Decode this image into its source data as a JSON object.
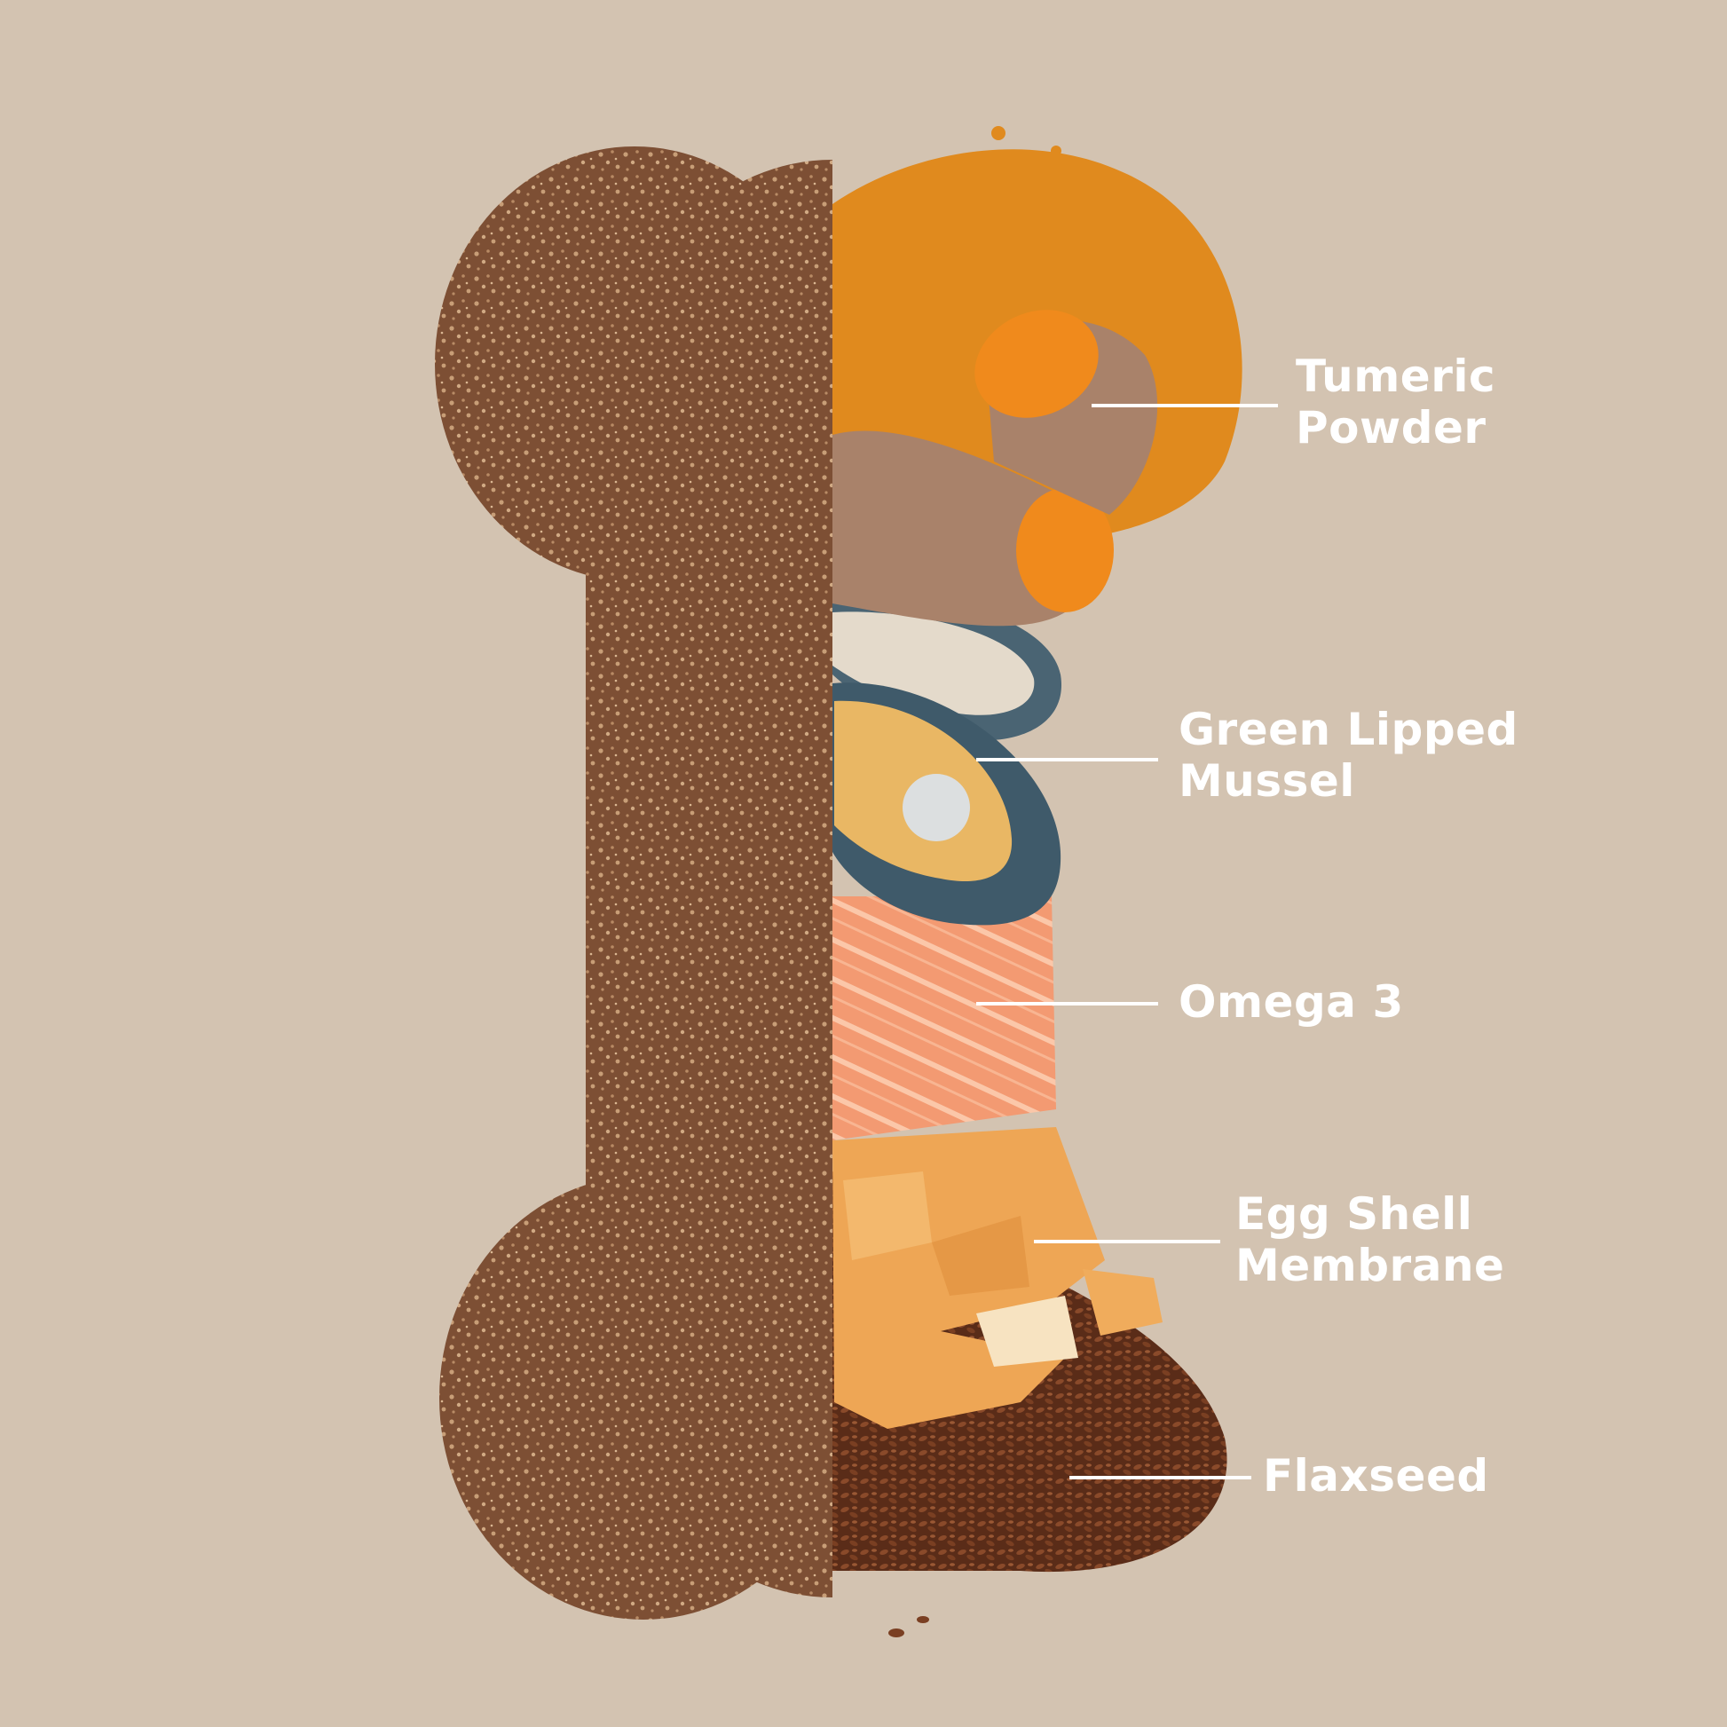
{
  "colors": {
    "background": "#d3c3b1",
    "bone": "#7d4f34",
    "bone_speckle": "#c89e77",
    "turmeric_powder": "#e08a1e",
    "turmeric_root": "#a9826a",
    "turmeric_flesh": "#f08a1c",
    "mussel_shell": "#3f5a6a",
    "mussel_meat": "#e9b764",
    "salmon": "#f39a72",
    "egg_shell": "#eea655",
    "flaxseed": "#6e3a22",
    "label_text": "#ffffff"
  },
  "ingredients": [
    {
      "name": "Tumeric\nPowder",
      "icon": "turmeric-icon"
    },
    {
      "name": "Green Lipped\nMussel",
      "icon": "mussel-icon"
    },
    {
      "name": "Omega 3",
      "icon": "salmon-icon"
    },
    {
      "name": "Egg Shell\nMembrane",
      "icon": "egg-shell-icon"
    },
    {
      "name": "Flaxseed",
      "icon": "flaxseed-icon"
    }
  ]
}
